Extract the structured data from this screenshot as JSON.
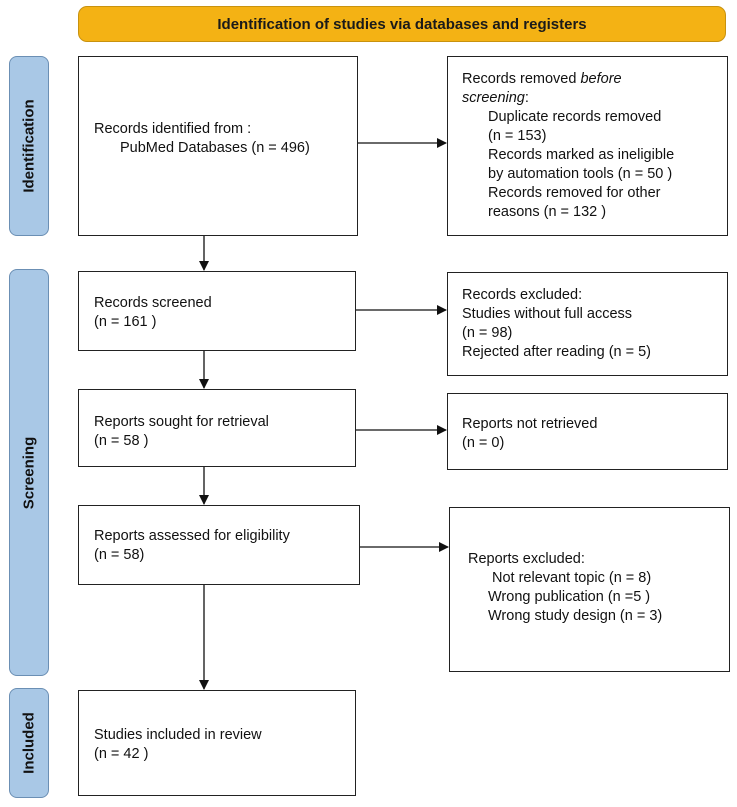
{
  "header": {
    "title": "Identification of studies via databases and registers"
  },
  "phases": {
    "identification": "Identification",
    "screening": "Screening",
    "included": "Included"
  },
  "boxes": {
    "records_identified": {
      "line1": "Records identified from :",
      "line2": "PubMed Databases (n = 496)"
    },
    "records_removed": {
      "line1_pre": "Records removed ",
      "line1_em": "before",
      "line2_em": "screening",
      "line2_post": ":",
      "line3": "Duplicate records removed",
      "line4": "(n = 153)",
      "line5": "Records marked as ineligible",
      "line6": "by automation tools (n = 50 )",
      "line7": "Records removed for other",
      "line8": "reasons (n = 132 )"
    },
    "records_screened": {
      "line1": "Records screened",
      "line2": "(n = 161 )"
    },
    "records_excluded": {
      "line1": "Records excluded:",
      "line2": "Studies without full access",
      "line3": "(n = 98)",
      "line4": "Rejected after reading (n = 5)"
    },
    "reports_sought": {
      "line1": "Reports sought for retrieval",
      "line2": "(n = 58 )"
    },
    "reports_not_retrieved": {
      "line1": "Reports not retrieved",
      "line2": "(n =  0)"
    },
    "reports_assessed": {
      "line1": "Reports assessed for eligibility",
      "line2": "(n =  58)"
    },
    "reports_excluded": {
      "line1": "Reports excluded:",
      "line2": "Not relevant topic (n = 8)",
      "line3": "Wrong publication (n =5 )",
      "line4": "Wrong study design (n = 3)"
    },
    "studies_included": {
      "line1": "Studies included in review",
      "line2": "(n = 42 )"
    }
  }
}
